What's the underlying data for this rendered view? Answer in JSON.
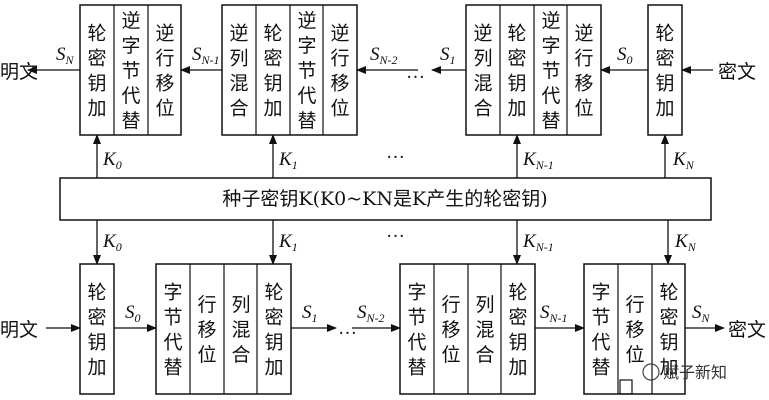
{
  "labels": {
    "plaintext": "明文",
    "ciphertext": "密文",
    "seed_key": "种子密钥K(K0~KN是K产生的轮密钥)",
    "ellipsis": "…",
    "dots": "···",
    "watermark": "赋子新知"
  },
  "steps": {
    "add_round_key": "轮密钥加",
    "sub_bytes": "字节代替",
    "shift_rows": "行移位",
    "mix_columns": "列混合",
    "inv_sub_bytes": "逆字节代替",
    "inv_shift_rows": "逆行移位",
    "inv_mix_columns": "逆列混合"
  },
  "signals": {
    "S": "S",
    "K": "K",
    "sub_N": "N",
    "sub_N_1": "N-1",
    "sub_N_2": "N-2",
    "sub_0": "0",
    "sub_1": "1"
  }
}
